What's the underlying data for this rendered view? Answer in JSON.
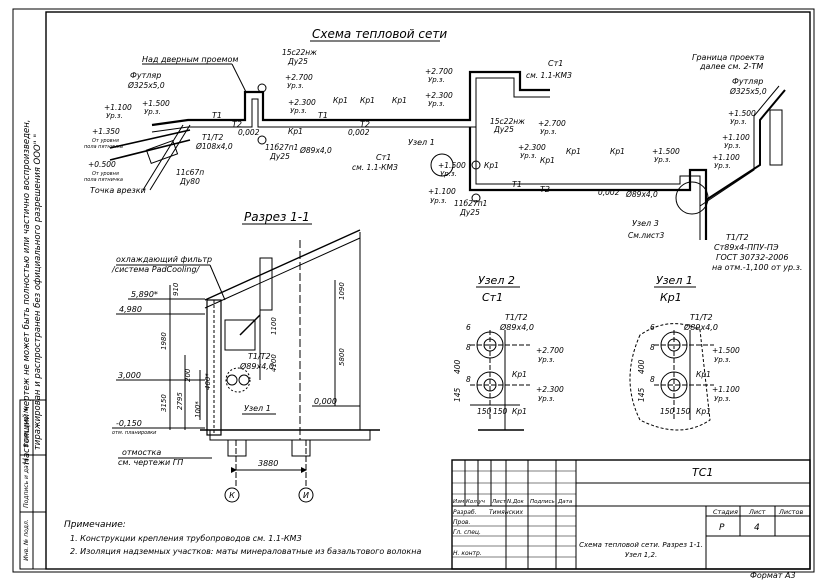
{
  "colors": {
    "line": "#000000",
    "paper": "#ffffff",
    "pipe_fill": "#cfcfcf"
  },
  "side_note": {
    "line1": "Настоящий чертеж не может быть полностью или частично воспроизведен,",
    "line2": "тиражирован и распространен без официального разрешения ООО\" \""
  },
  "side_stamp": [
    "Инв. № подл.",
    "Подпись и дата",
    "Взам. инв. №"
  ],
  "scheme": {
    "title": "Схема тепловой сети",
    "above_door": "Над дверным проемом",
    "boundary_1": "Граница проекта",
    "boundary_2": "далее см. 2-ТМ",
    "casing_label": "Футляр",
    "casing_size": "Ø325х5,0",
    "pipe_pair": "Т1/Т2",
    "pipe_size_108": "Ø108х4,0",
    "pipe_size_89": "Ø89х4,0",
    "t1": "Т1",
    "t2": "Т2",
    "kr1": "Кр1",
    "slope": "0,002",
    "valve_1": "15с22нж",
    "valve_1_du": "Ду25",
    "valve_2": "11б27п1",
    "valve_2_du": "Ду25",
    "valve_3": "11с67п",
    "valve_3_du": "Ду80",
    "ct1": "Ст1",
    "ct1_ref": "см.    1.1-КМЗ",
    "node1": "Узел 1",
    "node3": "Узел 3",
    "node3_ref": "См.лист3",
    "tap_point": "Точка врезки",
    "from_level": "От уровня",
    "floor_level": "пола пятничка",
    "lvl_ur": "Ур.з.",
    "lvl_1100": "+1.100",
    "lvl_1500": "+1.500",
    "lvl_1350": "+1.350",
    "lvl_0500": "+0.500",
    "lvl_2700": "+2.700",
    "lvl_2300": "+2.300",
    "spec_1": "Т1/Т2",
    "spec_2": "Ст89х4-ППУ-ПЭ",
    "spec_3": "ГОСТ 30732-2006",
    "spec_4": "на отм.-1,100 от ур.з."
  },
  "section": {
    "title": "Разрез 1-1",
    "filter_1": "охлаждающий фильтр",
    "filter_2": "/система PadCooling/",
    "el_5890": "5,890*",
    "el_4980": "4,980",
    "el_3000": "3,000",
    "el_m0150": "-0,150",
    "el_m0150_note": "отм. планировки",
    "el_0000": "0,000",
    "dim_910": "910",
    "dim_1980": "1980",
    "dim_200": "200",
    "dim_3150": "3150",
    "dim_2795": "2795",
    "dim_400": "400*",
    "dim_100": "100*",
    "dim_1100": "1100",
    "dim_4100": "4100",
    "dim_1090": "1090",
    "dim_5800": "5800",
    "dim_3880": "3880",
    "pipe_label": "Т1/Т2",
    "pipe_size": "Ø89х4,0",
    "node_label": "Узел 1",
    "ref_1": "отмостка",
    "ref_2": "см. чертежи ГП",
    "axis_k": "К",
    "axis_i": "И"
  },
  "node2": {
    "title_1": "Узел 2",
    "title_2": "Ст1",
    "pipe": "Т1/Т2",
    "size": "Ø89х4,0",
    "d6": "6",
    "d8": "8",
    "d145": "145",
    "d400": "400",
    "d150a": "150",
    "d150b": "150",
    "kr1": "Кр1",
    "lvl_a": "+2.700",
    "lvl_b": "+2.300",
    "ur": "Ур.з."
  },
  "node1": {
    "title_1": "Узел 1",
    "title_2": "Кр1",
    "pipe": "Т1/Т2",
    "size": "Ø89х4,0",
    "d6": "6",
    "d8": "8",
    "d145": "145",
    "d400": "400",
    "d150a": "150",
    "d150b": "150",
    "kr1": "Кр1",
    "lvl_a": "+1.500",
    "lvl_b": "+1.100",
    "ur": "Ур.з."
  },
  "notes": {
    "title": "Примечание:",
    "item1": "1. Конструкции крепления трубопроводов см.  1.1-КМЗ",
    "item2": "2. Изоляция надземных участков: маты минераловатные из базальтового волокна"
  },
  "titleblock": {
    "code": "ТС1",
    "col_izm": "Изм.",
    "col_koluch": "Кол.уч",
    "col_list": "Лист",
    "col_ndok": "N.Док",
    "col_podpis": "Подпись",
    "col_data": "Дата",
    "row_razrab": "Разраб.",
    "row_prov": "Пров.",
    "row_gl": "Гл. спец.",
    "row_nkontr": "Н. контр.",
    "person": "Тимянских",
    "stage_h": "Стадия",
    "sheet_h": "Лист",
    "sheets_h": "Листов",
    "stage": "Р",
    "sheet": "4",
    "drawing_name_1": "Схема тепловой сети. Разрез 1-1.",
    "drawing_name_2": "Узел 1,2.",
    "format": "Формат А3"
  }
}
